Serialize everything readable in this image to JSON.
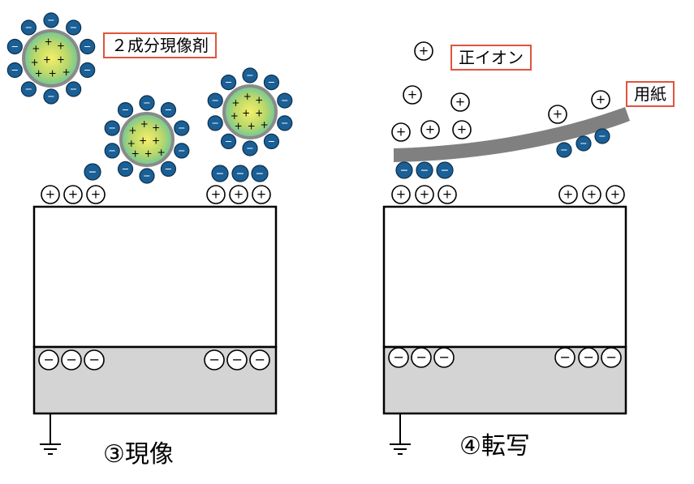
{
  "labels": {
    "developer": "２成分現像剤",
    "positive_ion": "正イオン",
    "paper": "用紙"
  },
  "captions": {
    "develop": "③現像",
    "transfer": "④転写"
  },
  "symbols": {
    "plus": "+",
    "minus": "−"
  },
  "colors": {
    "label_border": "#e0543c",
    "toner": "#1a5f95",
    "paper": "#808080",
    "base_fill": "#d4d4d4",
    "carrier_outline": "#8a8a8a"
  },
  "icons": {
    "ground": "ground-icon"
  }
}
